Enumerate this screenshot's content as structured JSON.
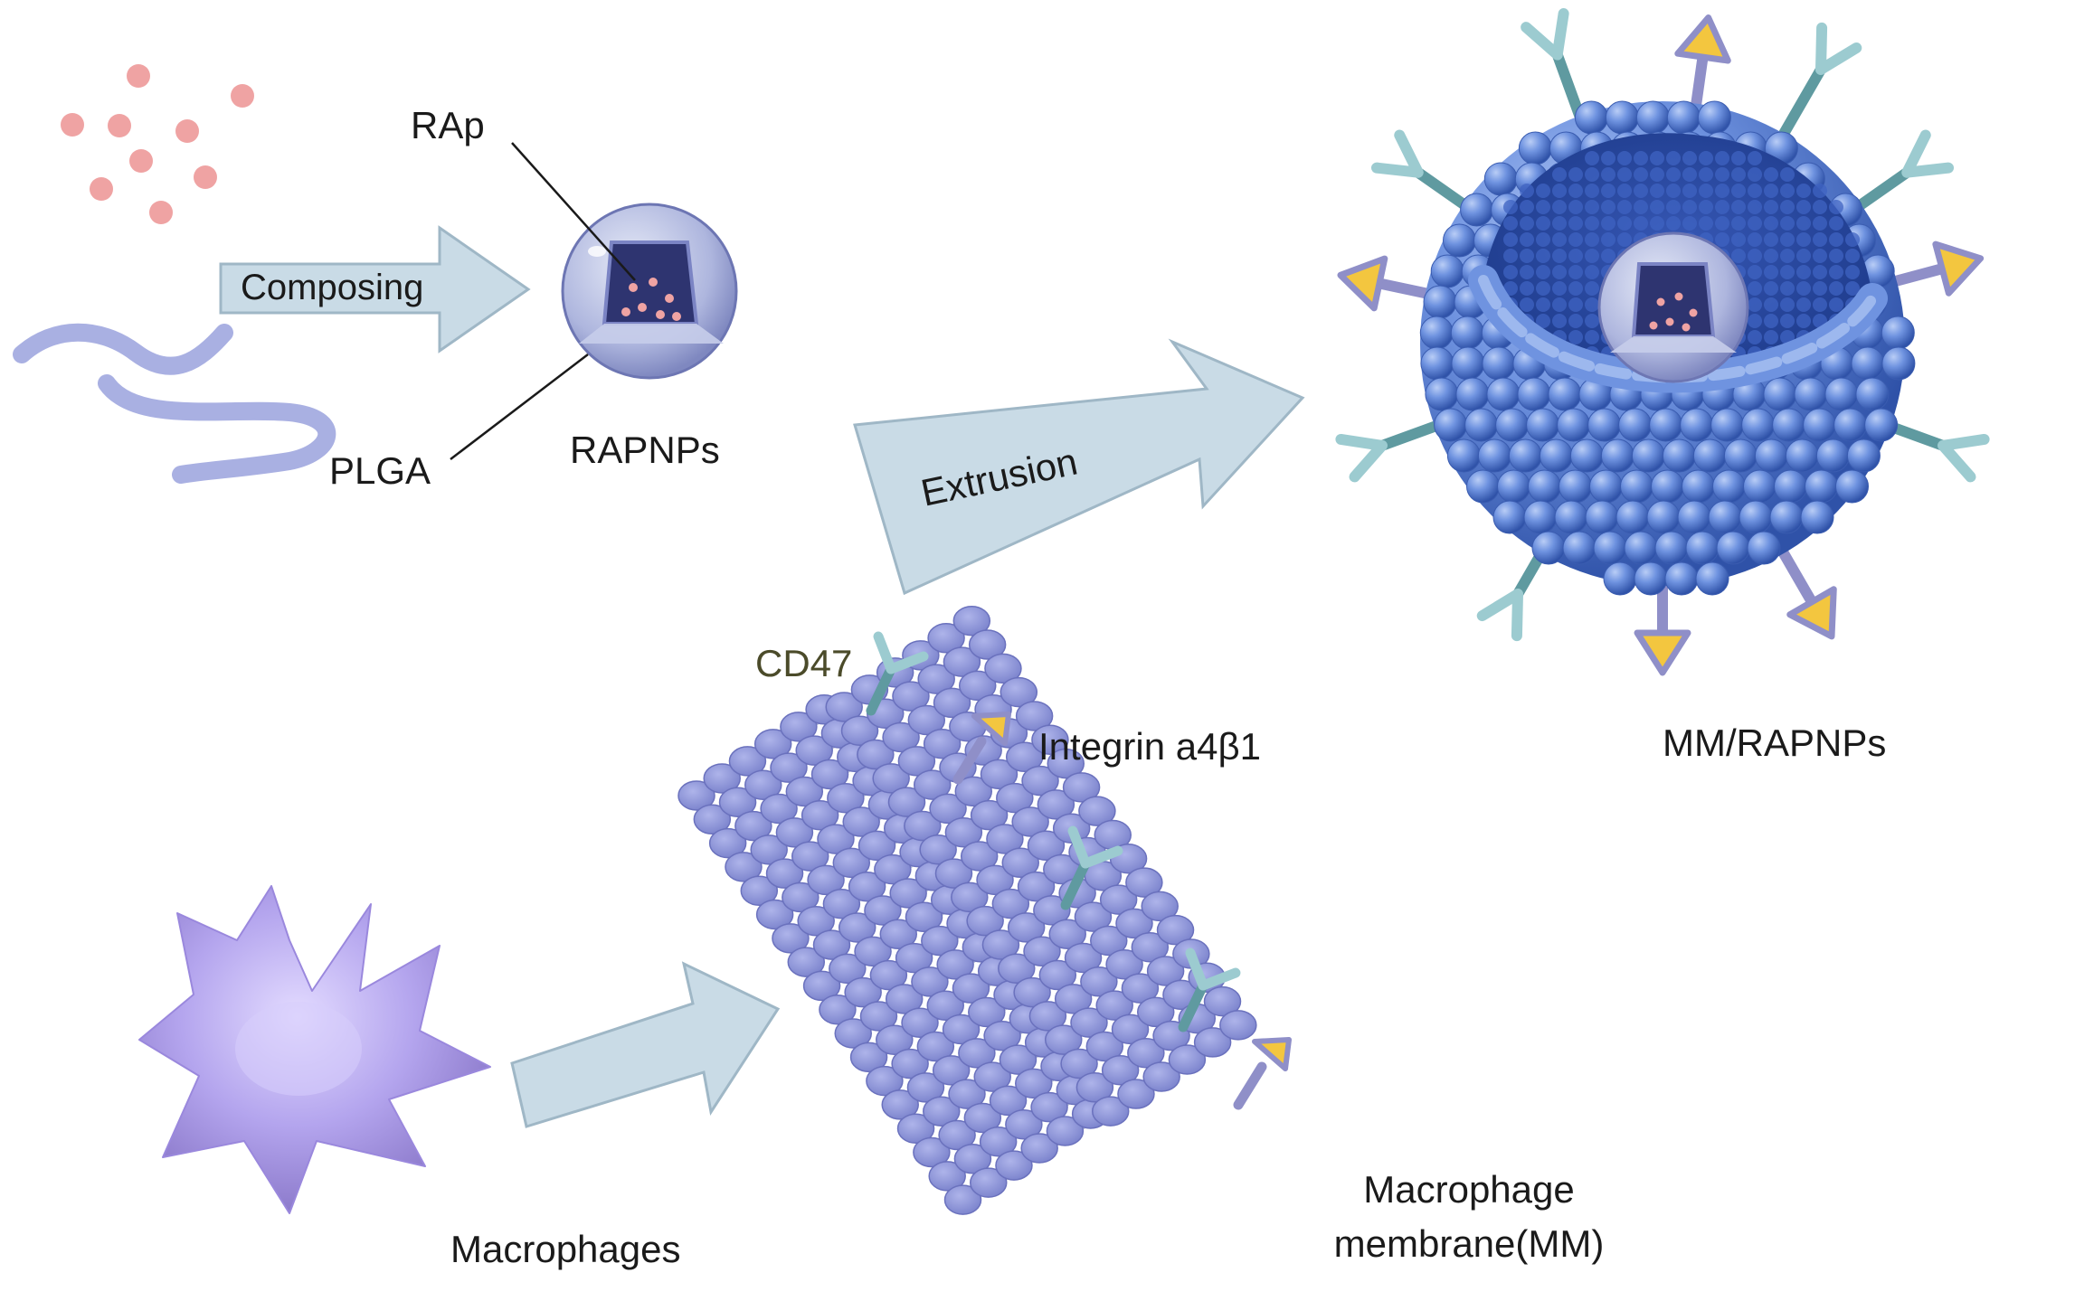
{
  "labels": {
    "rap": "RAp",
    "composing": "Composing",
    "plga": "PLGA",
    "rapnps": "RAPNPs",
    "extrusion": "Extrusion",
    "mm_rapnps": "MM/RAPNPs",
    "cd47": "CD47",
    "integrin": "Integrin a4β1",
    "macrophages": "Macrophages",
    "mm_line1": "Macrophage",
    "mm_line2": "membrane(MM)"
  },
  "colors": {
    "drug_dot": "#efa3a3",
    "polymer": "#a9b0e2",
    "arrow_fill": "#c9dbe6",
    "arrow_stroke": "#9fb7c6",
    "lipid_head": "#8d95d8",
    "lipid_tail": "#b8bfd8",
    "sphere_blue": "#5b7fd6",
    "receptor_teal": "#5f9aa0",
    "receptor_light": "#9ccbd0",
    "integrin_yellow": "#f3c63f",
    "integrin_purple": "#8f8fc8",
    "macrophage": "#b3a4ea",
    "cd47_text": "#4b4b2a"
  },
  "icons": [
    "drug-dots",
    "plga-chain",
    "nanoparticle",
    "membrane-coated-nanoparticle",
    "lipid-bilayer",
    "macrophage-cell",
    "cd47-receptor-icon",
    "integrin-receptor-icon"
  ]
}
